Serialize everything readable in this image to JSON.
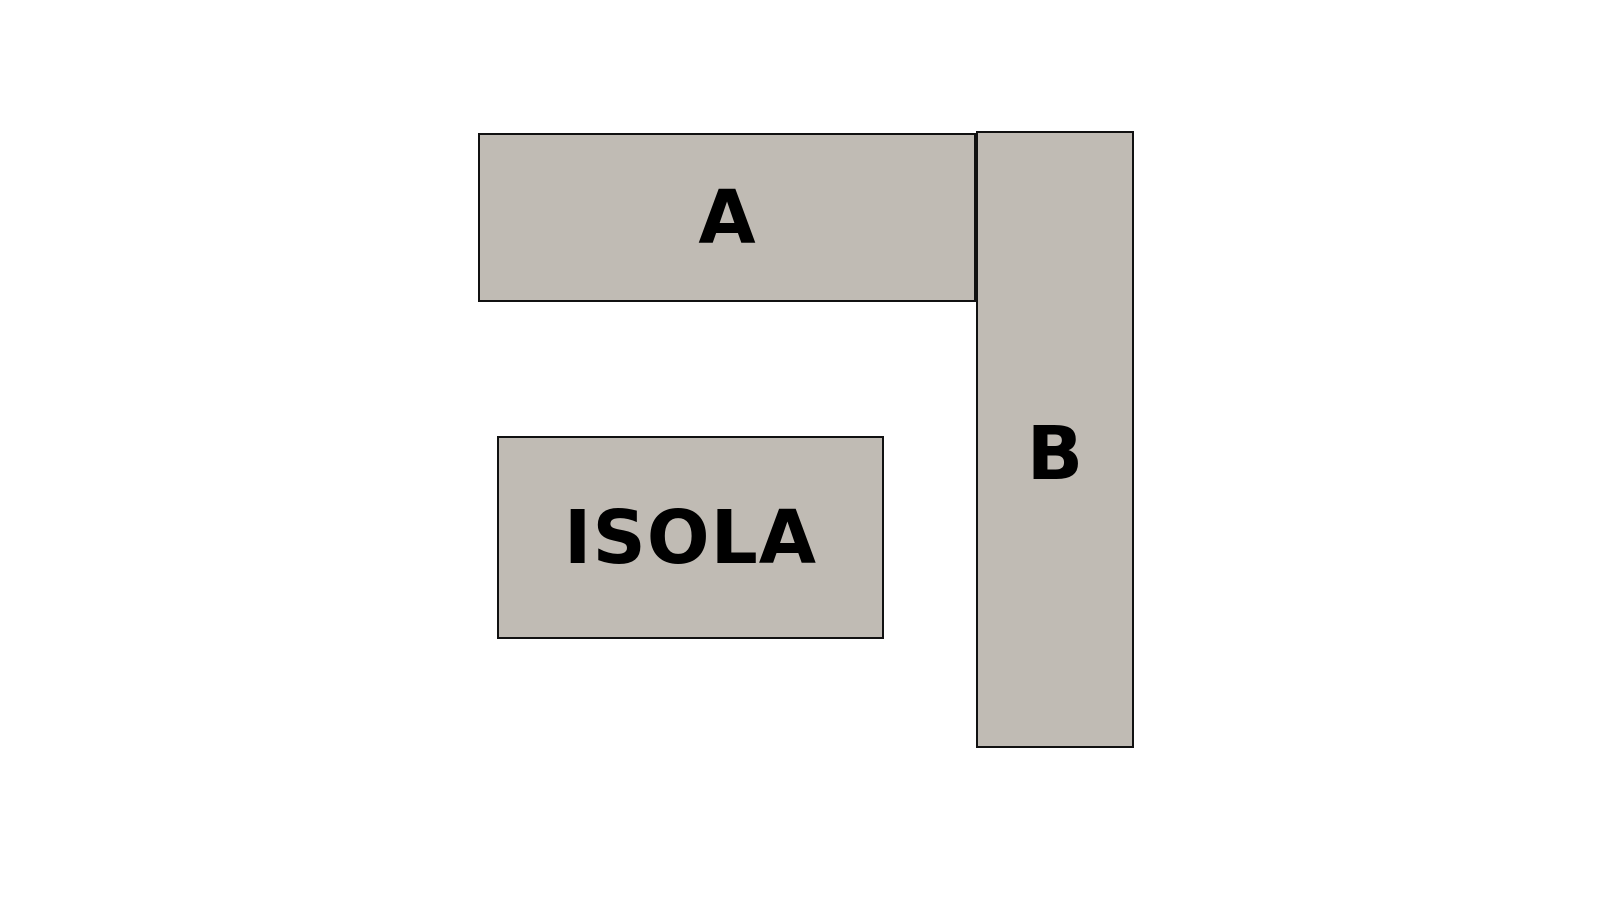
{
  "diagram": {
    "fill_color": "#c0bbb4",
    "border_color": "#111111",
    "blocks": [
      {
        "id": "a",
        "label": "A"
      },
      {
        "id": "b",
        "label": "B"
      },
      {
        "id": "isola",
        "label": "ISOLA"
      }
    ]
  }
}
